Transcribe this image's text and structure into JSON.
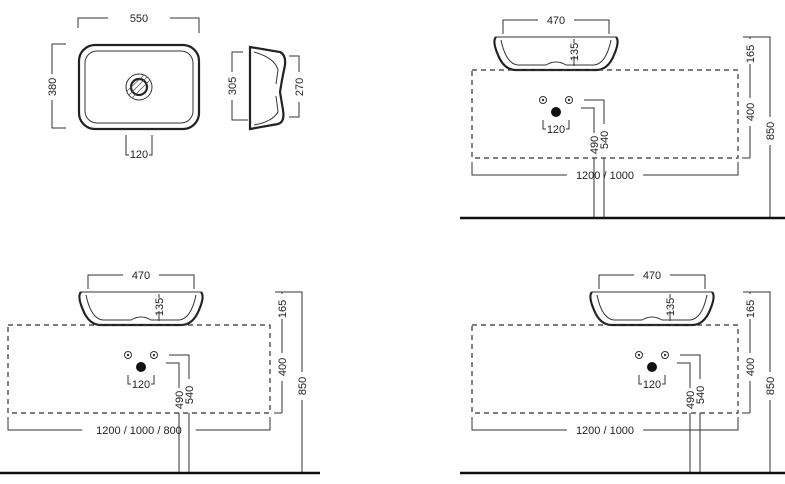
{
  "plan_view": {
    "width_label": "550",
    "depth_label": "380",
    "drain_offset_label": "120"
  },
  "side_view": {
    "outer_height_label": "305",
    "inner_height_label": "270"
  },
  "elevations": [
    {
      "id": "top-right",
      "basin_width": "470",
      "basin_height": "135",
      "above_counter": "165",
      "counter_height": "400",
      "total_height": "850",
      "hole_spacing": "120",
      "waste_height": "490",
      "supply_height": "540",
      "counter_widths": "1200 / 1000"
    },
    {
      "id": "bottom-left",
      "basin_width": "470",
      "basin_height": "135",
      "above_counter": "165",
      "counter_height": "400",
      "total_height": "850",
      "hole_spacing": "120",
      "waste_height": "490",
      "supply_height": "540",
      "counter_widths": "1200 / 1000 / 800"
    },
    {
      "id": "bottom-right",
      "basin_width": "470",
      "basin_height": "135",
      "above_counter": "165",
      "counter_height": "400",
      "total_height": "850",
      "hole_spacing": "120",
      "waste_height": "490",
      "supply_height": "540",
      "counter_widths": "1200 / 1000"
    }
  ]
}
